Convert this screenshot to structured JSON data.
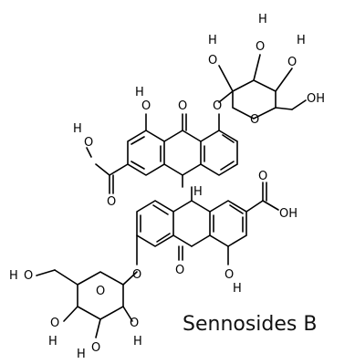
{
  "caption": "Sennosides B",
  "colors": {
    "ink": "#000000",
    "background": "#ffffff"
  },
  "atom_labels": {
    "O": "O",
    "H": "H",
    "OH": "OH"
  }
}
